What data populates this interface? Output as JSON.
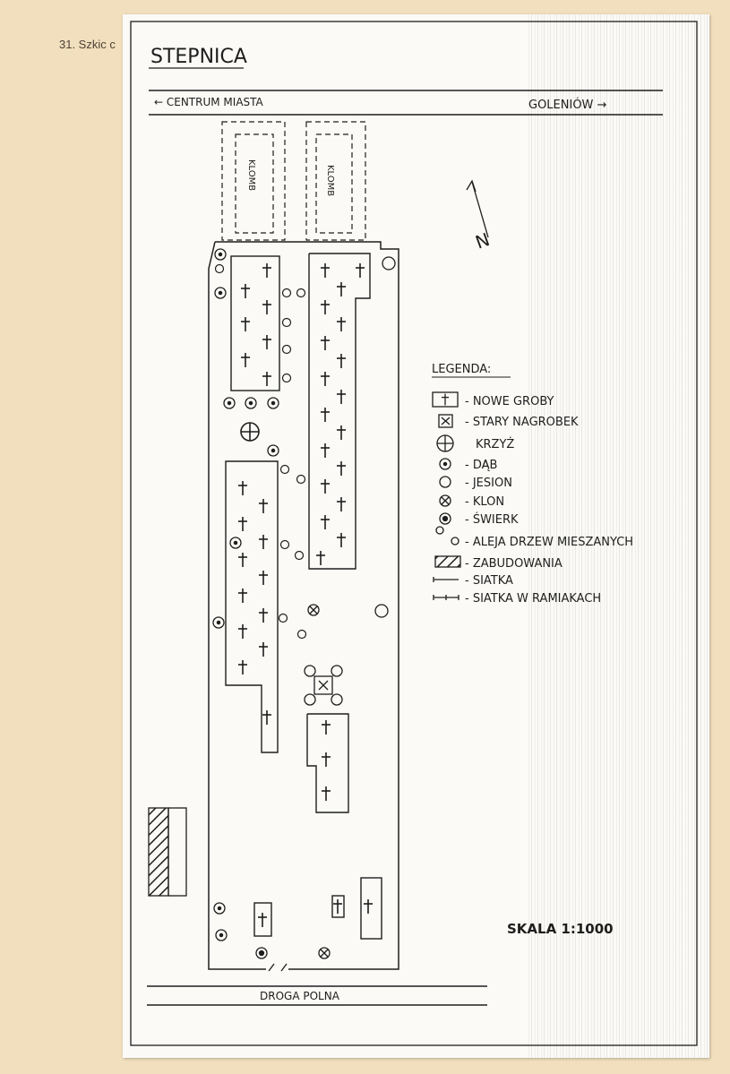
{
  "caption": "31. Szkic c",
  "map": {
    "title": "STEPNICA",
    "road_left": "← CENTRUM MIASTA",
    "road_right": "GOLENIÓW →",
    "bed_label": "KLOMB",
    "north": "N",
    "bottom_road": "DROGA POLNA",
    "scale": "SKALA 1:1000"
  },
  "legend": {
    "title": "LEGENDA:",
    "items": [
      {
        "icon": "grave-cross-icon",
        "label": "- NOWE GROBY"
      },
      {
        "icon": "old-tombstone-icon",
        "label": "- STARY NAGROBEK"
      },
      {
        "icon": "cross-circle-icon",
        "label": "KRZYŻ"
      },
      {
        "icon": "oak-icon",
        "label": "- DĄB"
      },
      {
        "icon": "ash-icon",
        "label": "- JESION"
      },
      {
        "icon": "maple-icon",
        "label": "- KLON"
      },
      {
        "icon": "spruce-icon",
        "label": "- ŚWIERK"
      },
      {
        "icon": "mixed-avenue-icon",
        "label": "- ALEJA DRZEW MIESZANYCH"
      },
      {
        "icon": "building-hatch-icon",
        "label": "- ZABUDOWANIA"
      },
      {
        "icon": "fence-icon",
        "label": "- SIATKA"
      },
      {
        "icon": "fence-frame-icon",
        "label": "- SIATKA W RAMIAKACH"
      }
    ]
  }
}
